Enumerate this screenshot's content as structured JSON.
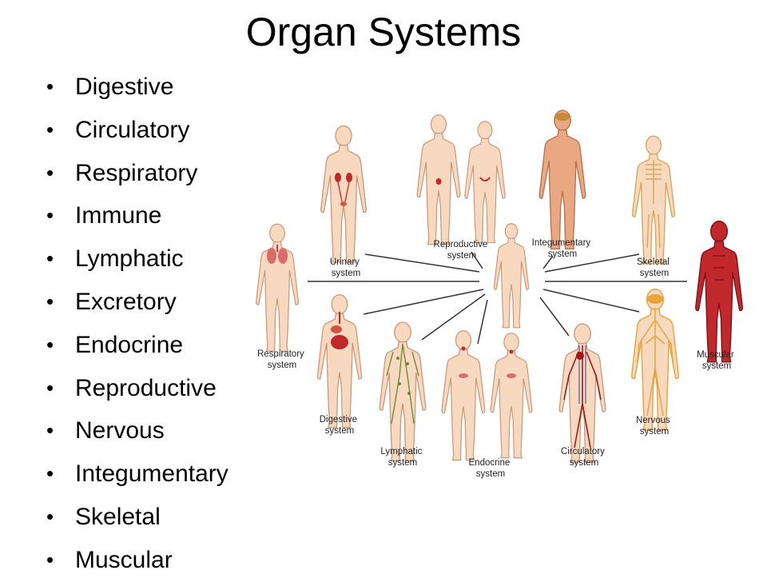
{
  "title": "Organ Systems",
  "bullets": [
    "Digestive",
    "Circulatory",
    "Respiratory",
    "Immune",
    "Lymphatic",
    "Excretory",
    "Endocrine",
    "Reproductive",
    "Nervous",
    "Integumentary",
    "Skeletal",
    "Muscular"
  ],
  "figure": {
    "center": "",
    "labels": {
      "urinary": [
        "Urinary",
        "system"
      ],
      "reproductive": [
        "Reproductive",
        "system"
      ],
      "integumentary": [
        "Integumentary",
        "system"
      ],
      "skeletal": [
        "Skeletal",
        "system"
      ],
      "respiratory": [
        "Respiratory",
        "system"
      ],
      "muscular": [
        "Muscular",
        "system"
      ],
      "digestive": [
        "Digestive",
        "system"
      ],
      "lymphatic": [
        "Lymphatic",
        "system"
      ],
      "endocrine": [
        "Endocrine",
        "system"
      ],
      "circulatory": [
        "Circulatory",
        "system"
      ],
      "nervous": [
        "Nervous",
        "system"
      ]
    },
    "colors": {
      "skin": "#f7d9bf",
      "skin_outline": "#c9977a",
      "muscle": "#c0282b",
      "integument": "#e9a882",
      "nerve": "#e9a53c",
      "vessel": "#a01818",
      "lymph": "#6f8a3a",
      "line": "#333333"
    }
  }
}
